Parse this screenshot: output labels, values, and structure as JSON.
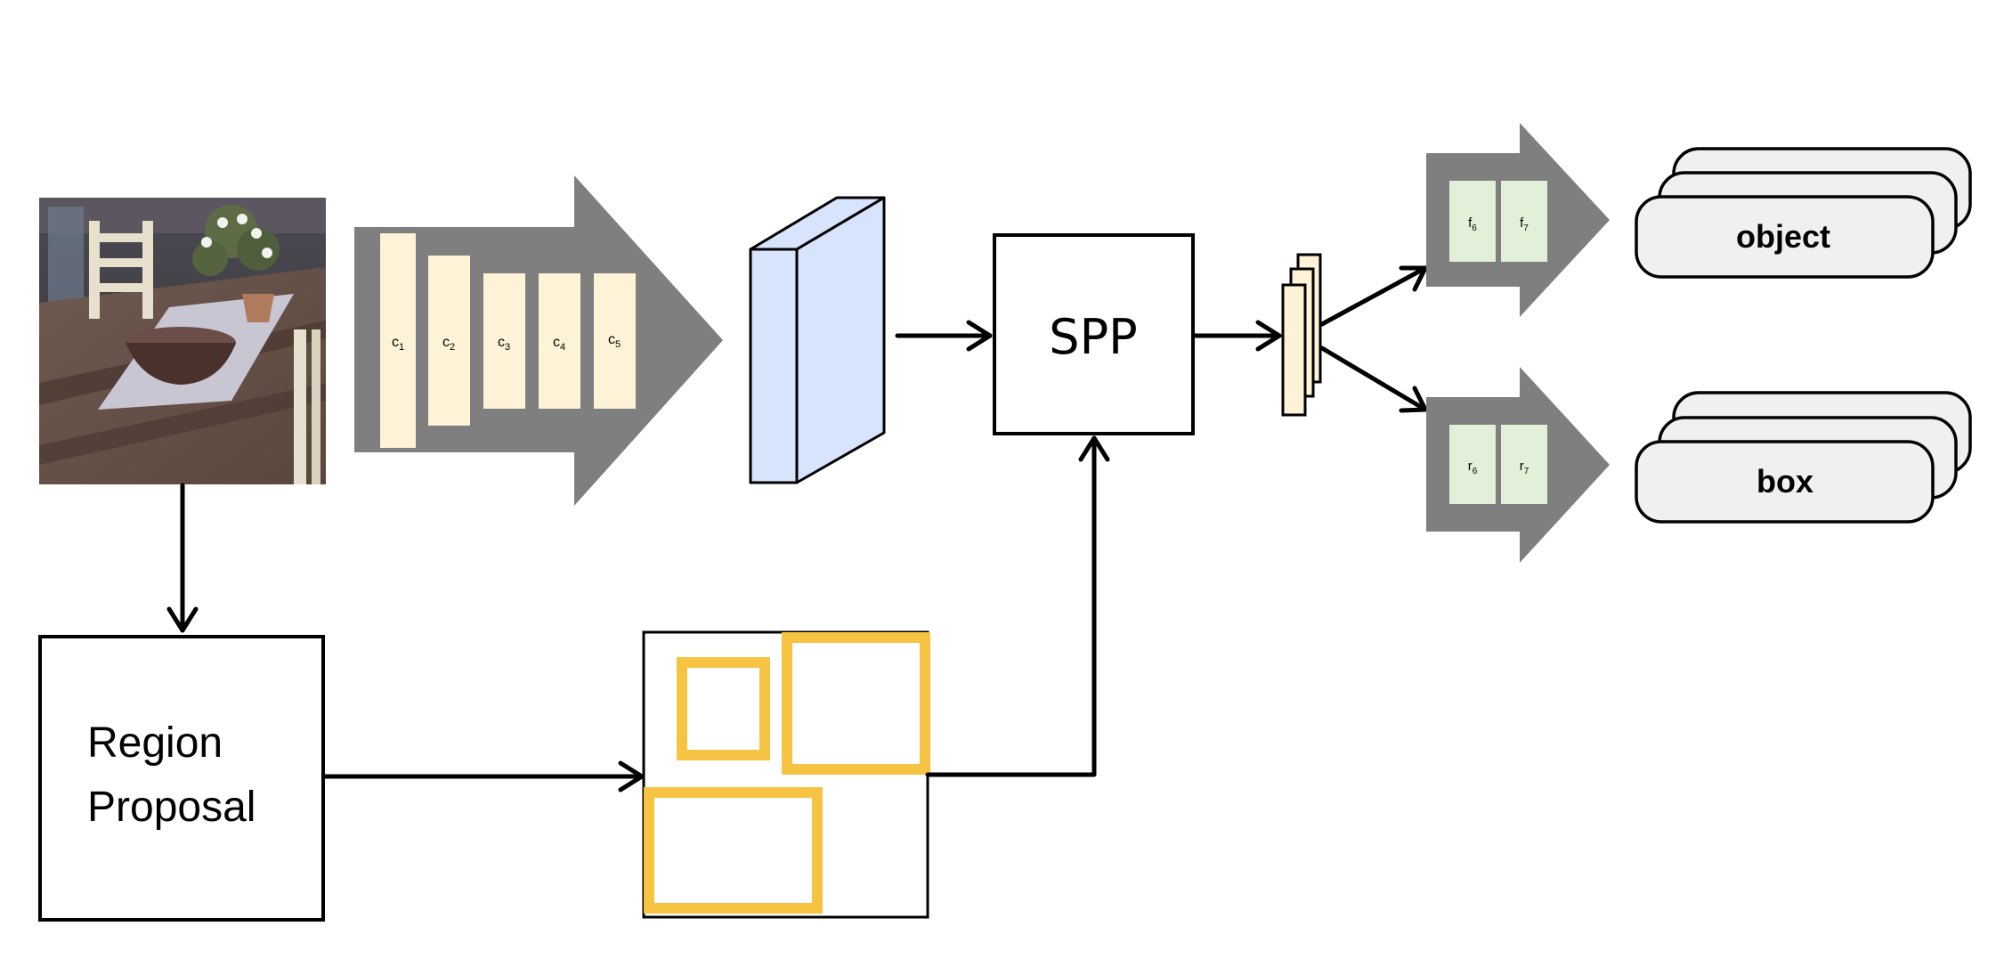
{
  "conv_layers": {
    "c1": {
      "base": "c",
      "sub": "1"
    },
    "c2": {
      "base": "c",
      "sub": "2"
    },
    "c3": {
      "base": "c",
      "sub": "3"
    },
    "c4": {
      "base": "c",
      "sub": "4"
    },
    "c5": {
      "base": "c",
      "sub": "5"
    }
  },
  "spp_label": "SPP",
  "fc_upper": {
    "f6": {
      "base": "f",
      "sub": "6"
    },
    "f7": {
      "base": "f",
      "sub": "7"
    }
  },
  "fc_lower": {
    "r6": {
      "base": "r",
      "sub": "6"
    },
    "r7": {
      "base": "r",
      "sub": "7"
    }
  },
  "outputs": {
    "object": "object",
    "box": "box"
  },
  "region_proposal": {
    "line1": "Region",
    "line2": "Proposal"
  },
  "colors": {
    "arrow_gray": "#7f7f7f",
    "conv_layer_fill": "#fef2d7",
    "feature_map_fill": "#d7e4fb",
    "fc_fill": "#e2f0d9",
    "proposal_box": "#f6c342",
    "stroke": "#000000"
  }
}
